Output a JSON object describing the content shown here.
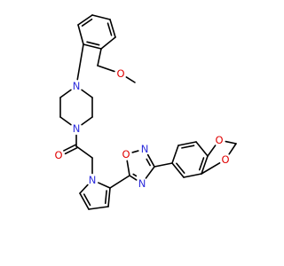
{
  "colors": {
    "bond": "#000000",
    "nitrogen": "#2c2cdc",
    "oxygen": "#e00000",
    "background": "#ffffff"
  },
  "atoms": {
    "o_methoxy": "O",
    "n_piperazine_top": "N",
    "n_piperazine_bottom": "N",
    "o_carbonyl": "O",
    "n_pyrrole": "N",
    "o_oxadiazole": "O",
    "n_oxadiazole_upper": "N",
    "n_oxadiazole_lower": "N",
    "o_dioxole_upper": "O",
    "o_dioxole_lower": "O"
  }
}
